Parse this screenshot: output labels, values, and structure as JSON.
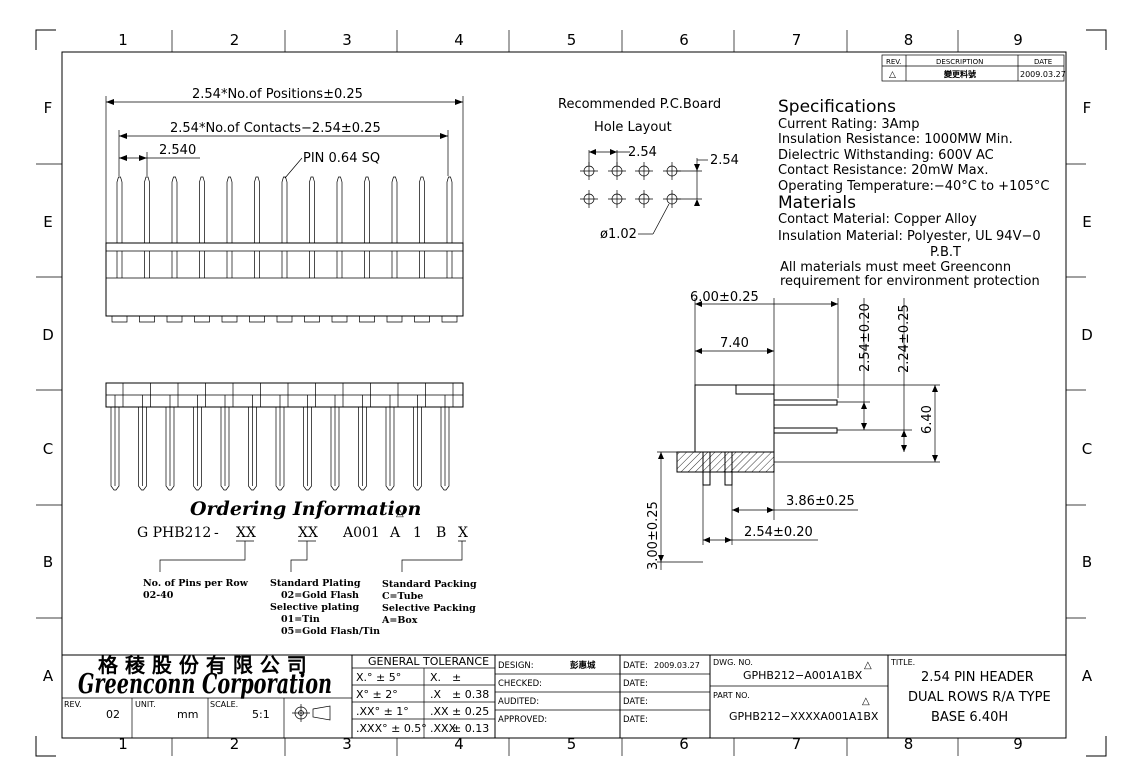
{
  "border": {
    "columns": [
      "1",
      "2",
      "3",
      "4",
      "5",
      "6",
      "7",
      "8",
      "9"
    ],
    "rows": [
      "F",
      "E",
      "D",
      "C",
      "B",
      "A"
    ]
  },
  "revision_table": {
    "headers": [
      "REV.",
      "DESCRIPTION",
      "DATE"
    ],
    "row": {
      "rev": "△",
      "description": "變更料號",
      "date": "2009.03.27"
    }
  },
  "top_view": {
    "dim_positions": "2.54*No.of Positions±0.25",
    "dim_contacts": "2.54*No.of Contacts−2.54±0.25",
    "dim_pitch": "2.540",
    "pin_label": "PIN 0.64 SQ",
    "pin_count": 13
  },
  "pcb_layout": {
    "title_line1": "Recommended P.C.Board",
    "title_line2": "Hole Layout",
    "dim_h": "2.54",
    "dim_v": "2.54",
    "hole": "ø1.02"
  },
  "specifications": {
    "heading": "Specifications",
    "lines": [
      "Current Rating:  3Amp",
      "Insulation Resistance: 1000MW Min.",
      "Dielectric Withstanding:   600V AC",
      "Contact Resistance:   20mW Max.",
      "Operating Temperature:−40°C  to  +105°C"
    ]
  },
  "materials": {
    "heading": "Materials",
    "lines": [
      "Contact Material: Copper Alloy",
      "Insulation Material: Polyester, UL 94V−0",
      "P.B.T",
      "All materials must meet Greenconn",
      "requirement for environment protection"
    ]
  },
  "side_view": {
    "d1": "6.00±0.25",
    "d2": "7.40",
    "d3": "2.54±0.20",
    "d4": "2.24±0.25",
    "d5": "6.40",
    "d6": "3.86±0.25",
    "d7": "2.54±0.20",
    "d8": "3.00±0.25"
  },
  "ordering": {
    "title": "Ordering Information",
    "code": [
      "G PHB212",
      "-",
      "XX",
      "XX",
      "A001",
      "A",
      "1",
      "B",
      "X"
    ],
    "notes": {
      "pins": [
        "No. of Pins per Row",
        "02-40"
      ],
      "plating": [
        "Standard Plating",
        "02=Gold Flash",
        "Selective plating",
        "01=Tin",
        "05=Gold Flash/Tin"
      ],
      "packing": [
        "Standard Packing",
        "C=Tube",
        "Selective Packing",
        "A=Box"
      ]
    }
  },
  "title_block": {
    "company_cn": "格 稜 股 份 有 限 公 司",
    "company_en": "Greenconn Corporation",
    "rev_label": "REV.",
    "rev_value": "02",
    "unit_label": "UNIT.",
    "unit_value": "mm",
    "scale_label": "SCALE.",
    "scale_value": "5:1",
    "tolerance_title": "GENERAL  TOLERANCE",
    "tolerances": [
      [
        "X.° ± 5°",
        "X.",
        "±"
      ],
      [
        "X° ± 2°",
        ".X",
        "± 0.38"
      ],
      [
        ".XX° ± 1°",
        ".XX",
        "± 0.25"
      ],
      [
        ".XXX° ± 0.5°",
        ".XXX",
        "± 0.13"
      ]
    ],
    "approvals": [
      {
        "label": "DESIGN:",
        "name": "彭惠城",
        "date_label": "DATE:",
        "date": "2009.03.27"
      },
      {
        "label": "CHECKED:",
        "name": "",
        "date_label": "DATE:",
        "date": ""
      },
      {
        "label": "AUDITED:",
        "name": "",
        "date_label": "DATE:",
        "date": ""
      },
      {
        "label": "APPROVED:",
        "name": "",
        "date_label": "DATE:",
        "date": ""
      }
    ],
    "dwg_label": "DWG. NO.",
    "dwg_no": "GPHB212−A001A1BX",
    "part_label": "PART NO.",
    "part_no": "GPHB212−XXXXA001A1BX",
    "title_label": "TITLE.",
    "title_lines": [
      "2.54 PIN HEADER",
      "DUAL ROWS R/A TYPE",
      "BASE 6.40H"
    ]
  }
}
